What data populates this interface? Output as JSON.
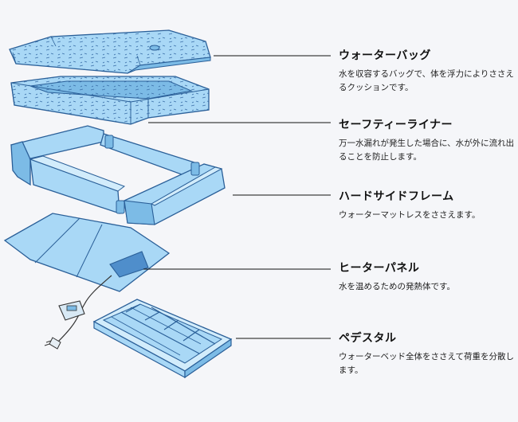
{
  "colors": {
    "background": "#f5f6f9",
    "part_fill": "#a9d8f6",
    "part_fill_dark": "#7cbbe6",
    "part_stroke": "#2a5f98",
    "leader_line": "#111111"
  },
  "parts": [
    {
      "id": "water-bag",
      "title": "ウォーターバッグ",
      "desc": "水を収容するバッグで、体を浮力によりささえるクッションです。"
    },
    {
      "id": "safety-liner",
      "title": "セーフティーライナー",
      "desc": "万一水漏れが発生した場合に、水が外に流れ出ることを防止します。"
    },
    {
      "id": "hard-side-frame",
      "title": "ハードサイドフレーム",
      "desc": "ウォーターマットレスをささえます。"
    },
    {
      "id": "heater-panel",
      "title": "ヒーターパネル",
      "desc": "水を温めるための発熱体です。"
    },
    {
      "id": "pedestal",
      "title": "ペデスタル",
      "desc": "ウォーターベッド全体をささえて荷重を分散します。"
    }
  ]
}
